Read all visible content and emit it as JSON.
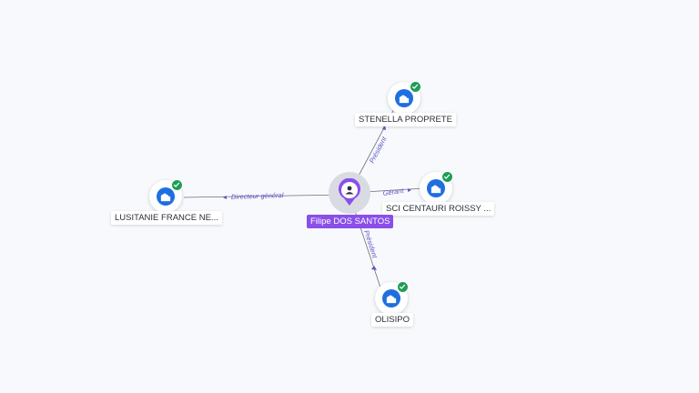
{
  "center": {
    "name": "Filipe DOS SANTOS"
  },
  "companies": [
    {
      "id": "stenella",
      "name": "STENELLA PROPRETE",
      "verified": true
    },
    {
      "id": "sci",
      "name": "SCI CENTAURI ROISSY ...",
      "verified": true
    },
    {
      "id": "lusitanie",
      "name": "LUSITANIE FRANCE NE...",
      "verified": true
    },
    {
      "id": "olisipo",
      "name": "OLISIPO",
      "verified": true
    }
  ],
  "relations": [
    {
      "to": "stenella",
      "label": "Président"
    },
    {
      "to": "sci",
      "label": "Gérant"
    },
    {
      "to": "lusitanie",
      "label": "Directeur général"
    },
    {
      "to": "olisipo",
      "label": "Président"
    }
  ],
  "icons": {
    "company": "company-building-icon",
    "verified": "verified-check-icon",
    "person": "person-icon"
  },
  "colors": {
    "company": "#1e6fe0",
    "verified": "#1f9d55",
    "person": "#8a4fe8",
    "edge": "#5b55c4"
  }
}
